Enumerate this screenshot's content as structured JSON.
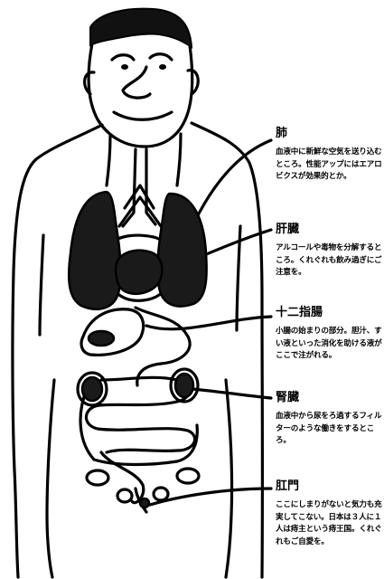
{
  "annotations": [
    {
      "name": "肺",
      "description": "血液中に新鮮な空気を送り込むところ。性能アップにはエアロビクスが効果的とか。"
    },
    {
      "name": "肝臓",
      "description": "アルコールや毒物を分解するところ。くれぐれも飲み過ぎにご注意を。"
    },
    {
      "name": "十二指腸",
      "description": "小腸の始まりの部分。胆汁、すい液といった消化を助ける液がここで注がれる。"
    },
    {
      "name": "腎臓",
      "description": "血液中から尿をろ過するフィルターのような働きをするところ。"
    },
    {
      "name": "肛門",
      "description": "ここにしまりがないと気力も充実してこない。日本は３人に１人は痔主という痔王国。くれぐれもご自愛を。"
    }
  ]
}
